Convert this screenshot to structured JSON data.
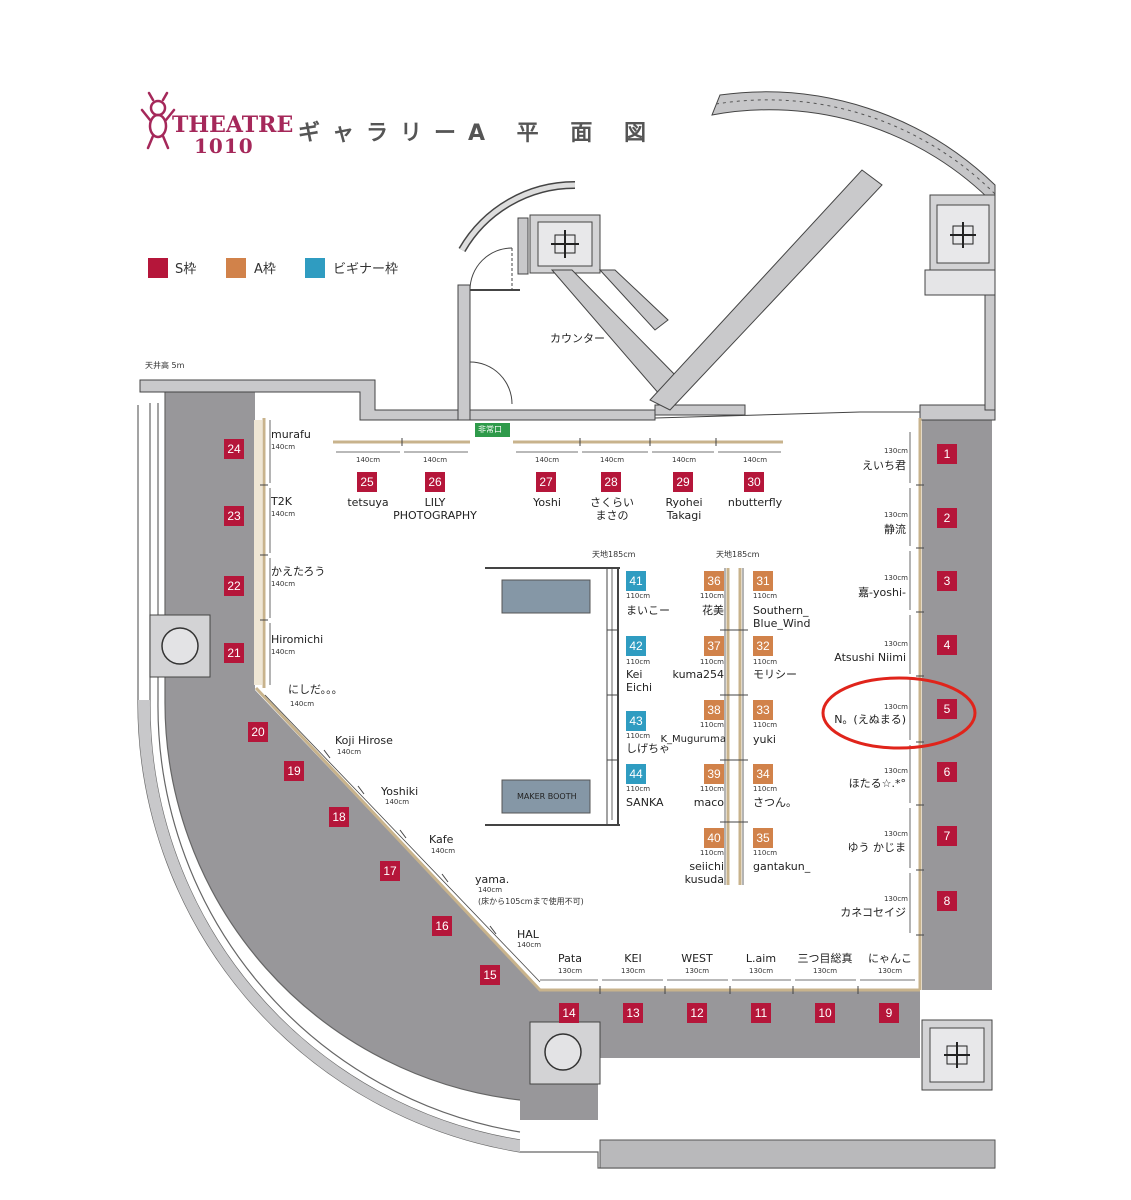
{
  "header": {
    "logo_line1": "THEATRE",
    "logo_line2": "1010",
    "title": "ギャラリーA 平 面 図"
  },
  "legend": [
    {
      "label": "S枠",
      "color": "#b5163a"
    },
    {
      "label": "A枠",
      "color": "#d1824a"
    },
    {
      "label": "ビギナー枠",
      "color": "#2f9cc1"
    }
  ],
  "labels": {
    "ceiling": "天井高 5m",
    "counter": "カウンター",
    "exit": "非常口",
    "height1": "天地185cm",
    "height2": "天地185cm",
    "maker": "MAKER BOOTH",
    "yama_note": "(床から105cmまで使用不可)"
  },
  "booths": [
    {
      "no": "1",
      "type": "s",
      "name": "えいち君",
      "size": "130cm"
    },
    {
      "no": "2",
      "type": "s",
      "name": "静流",
      "size": "130cm"
    },
    {
      "no": "3",
      "type": "s",
      "name": "嘉-yoshi-",
      "size": "130cm"
    },
    {
      "no": "4",
      "type": "s",
      "name": "Atsushi Niimi",
      "size": "130cm"
    },
    {
      "no": "5",
      "type": "s",
      "name": "N。(えぬまる)",
      "size": "130cm"
    },
    {
      "no": "6",
      "type": "s",
      "name": "ほたる☆.*°",
      "size": "130cm"
    },
    {
      "no": "7",
      "type": "s",
      "name": "ゆう かじま",
      "size": "130cm"
    },
    {
      "no": "8",
      "type": "s",
      "name": "カネコセイジ",
      "size": "130cm"
    },
    {
      "no": "9",
      "type": "s",
      "name": "にゃんこ",
      "size": "130cm"
    },
    {
      "no": "10",
      "type": "s",
      "name": "三つ目総真",
      "size": "130cm"
    },
    {
      "no": "11",
      "type": "s",
      "name": "L.aim",
      "size": "130cm"
    },
    {
      "no": "12",
      "type": "s",
      "name": "WEST",
      "size": "130cm"
    },
    {
      "no": "13",
      "type": "s",
      "name": "KEI",
      "size": "130cm"
    },
    {
      "no": "14",
      "type": "s",
      "name": "Pata",
      "size": "130cm"
    },
    {
      "no": "15",
      "type": "s",
      "name": "HAL",
      "size": "140cm"
    },
    {
      "no": "16",
      "type": "s",
      "name": "yama.",
      "size": "140cm"
    },
    {
      "no": "17",
      "type": "s",
      "name": "Kafe",
      "size": "140cm"
    },
    {
      "no": "18",
      "type": "s",
      "name": "Yoshiki",
      "size": "140cm"
    },
    {
      "no": "19",
      "type": "s",
      "name": "Koji Hirose",
      "size": "140cm"
    },
    {
      "no": "20",
      "type": "s",
      "name": "にしだ。。。",
      "size": "140cm"
    },
    {
      "no": "21",
      "type": "s",
      "name": "Hiromichi",
      "size": "140cm"
    },
    {
      "no": "22",
      "type": "s",
      "name": "かえたろう",
      "size": "140cm"
    },
    {
      "no": "23",
      "type": "s",
      "name": "T2K",
      "size": "140cm"
    },
    {
      "no": "24",
      "type": "s",
      "name": "murafu",
      "size": "140cm"
    },
    {
      "no": "25",
      "type": "s",
      "name": "tetsuya",
      "size": "140cm"
    },
    {
      "no": "26",
      "type": "s",
      "name": "LILY PHOTOGRAPHY",
      "size": "140cm"
    },
    {
      "no": "27",
      "type": "s",
      "name": "Yoshi",
      "size": "140cm"
    },
    {
      "no": "28",
      "type": "s",
      "name": "さくらい まさの",
      "size": "140cm"
    },
    {
      "no": "29",
      "type": "s",
      "name": "Ryohei Takagi",
      "size": "140cm"
    },
    {
      "no": "30",
      "type": "s",
      "name": "nbutterfly",
      "size": "140cm"
    },
    {
      "no": "31",
      "type": "a",
      "name": "Southern_ Blue_Wind",
      "size": "110cm"
    },
    {
      "no": "32",
      "type": "a",
      "name": "モリシー",
      "size": "110cm"
    },
    {
      "no": "33",
      "type": "a",
      "name": "yuki",
      "size": "110cm"
    },
    {
      "no": "34",
      "type": "a",
      "name": "さつん。",
      "size": "110cm"
    },
    {
      "no": "35",
      "type": "a",
      "name": "gantakun_",
      "size": "110cm"
    },
    {
      "no": "36",
      "type": "a",
      "name": "花美",
      "size": "110cm"
    },
    {
      "no": "37",
      "type": "a",
      "name": "kuma254",
      "size": "110cm"
    },
    {
      "no": "38",
      "type": "a",
      "name": "K_Muguruma",
      "size": "110cm"
    },
    {
      "no": "39",
      "type": "a",
      "name": "maco",
      "size": "110cm"
    },
    {
      "no": "40",
      "type": "a",
      "name": "seiichi kusuda",
      "size": "110cm"
    },
    {
      "no": "41",
      "type": "b",
      "name": "まいこー",
      "size": "110cm"
    },
    {
      "no": "42",
      "type": "b",
      "name": "Kei Eichi",
      "size": "110cm"
    },
    {
      "no": "43",
      "type": "b",
      "name": "しげちゃ",
      "size": "110cm"
    },
    {
      "no": "44",
      "type": "b",
      "name": "SANKA",
      "size": "110cm"
    }
  ],
  "highlight": {
    "booth": "5",
    "color": "#e0241b"
  }
}
